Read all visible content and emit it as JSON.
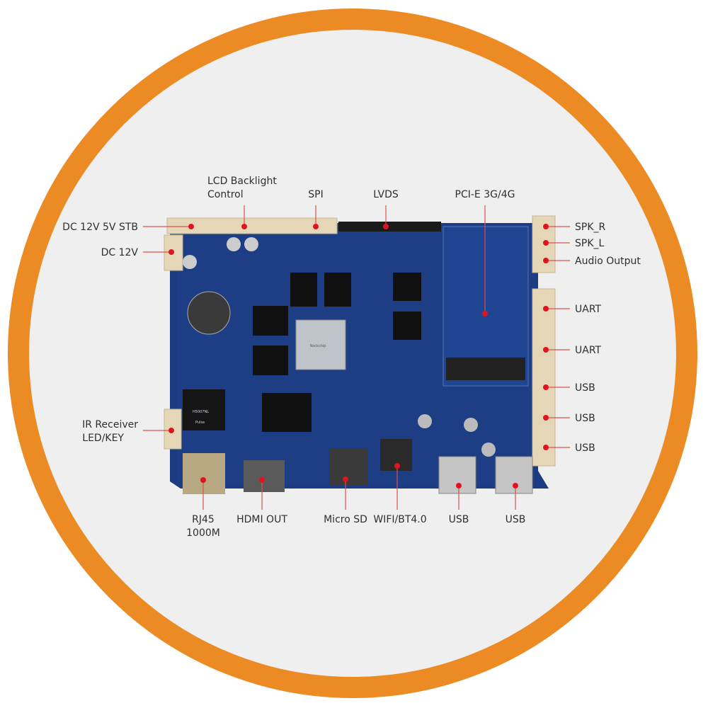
{
  "colors": {
    "ring": "#ec8a24",
    "background": "#efefef",
    "pcb": "#1b3c82",
    "leader": "#e0141e",
    "text": "#2e2e2e"
  },
  "labels": {
    "lcd_backlight_1": "LCD Backlight",
    "lcd_backlight_2": "Control",
    "spi": "SPI",
    "lvds": "LVDS",
    "pcie": "PCI-E 3G/4G",
    "dc12v5vstb": "DC 12V 5V STB",
    "dc12v": "DC 12V",
    "ir_1": "IR Receiver",
    "ir_2": "LED/KEY",
    "spk_r": "SPK_R",
    "spk_l": "SPK_L",
    "audio_out": "Audio Output",
    "uart1": "UART",
    "uart2": "UART",
    "usb_r1": "USB",
    "usb_r2": "USB",
    "usb_r3": "USB",
    "rj45_1": "RJ45",
    "rj45_2": "1000M",
    "hdmi": "HDMI OUT",
    "microsd": "Micro SD",
    "wifi": "WIFI/BT4.0",
    "usb_b1": "USB",
    "usb_b2": "USB"
  },
  "components": {
    "soc_brand": "Rockchip",
    "magnetics_brand": "Pulse",
    "magnetics_part": "H5007NL"
  }
}
